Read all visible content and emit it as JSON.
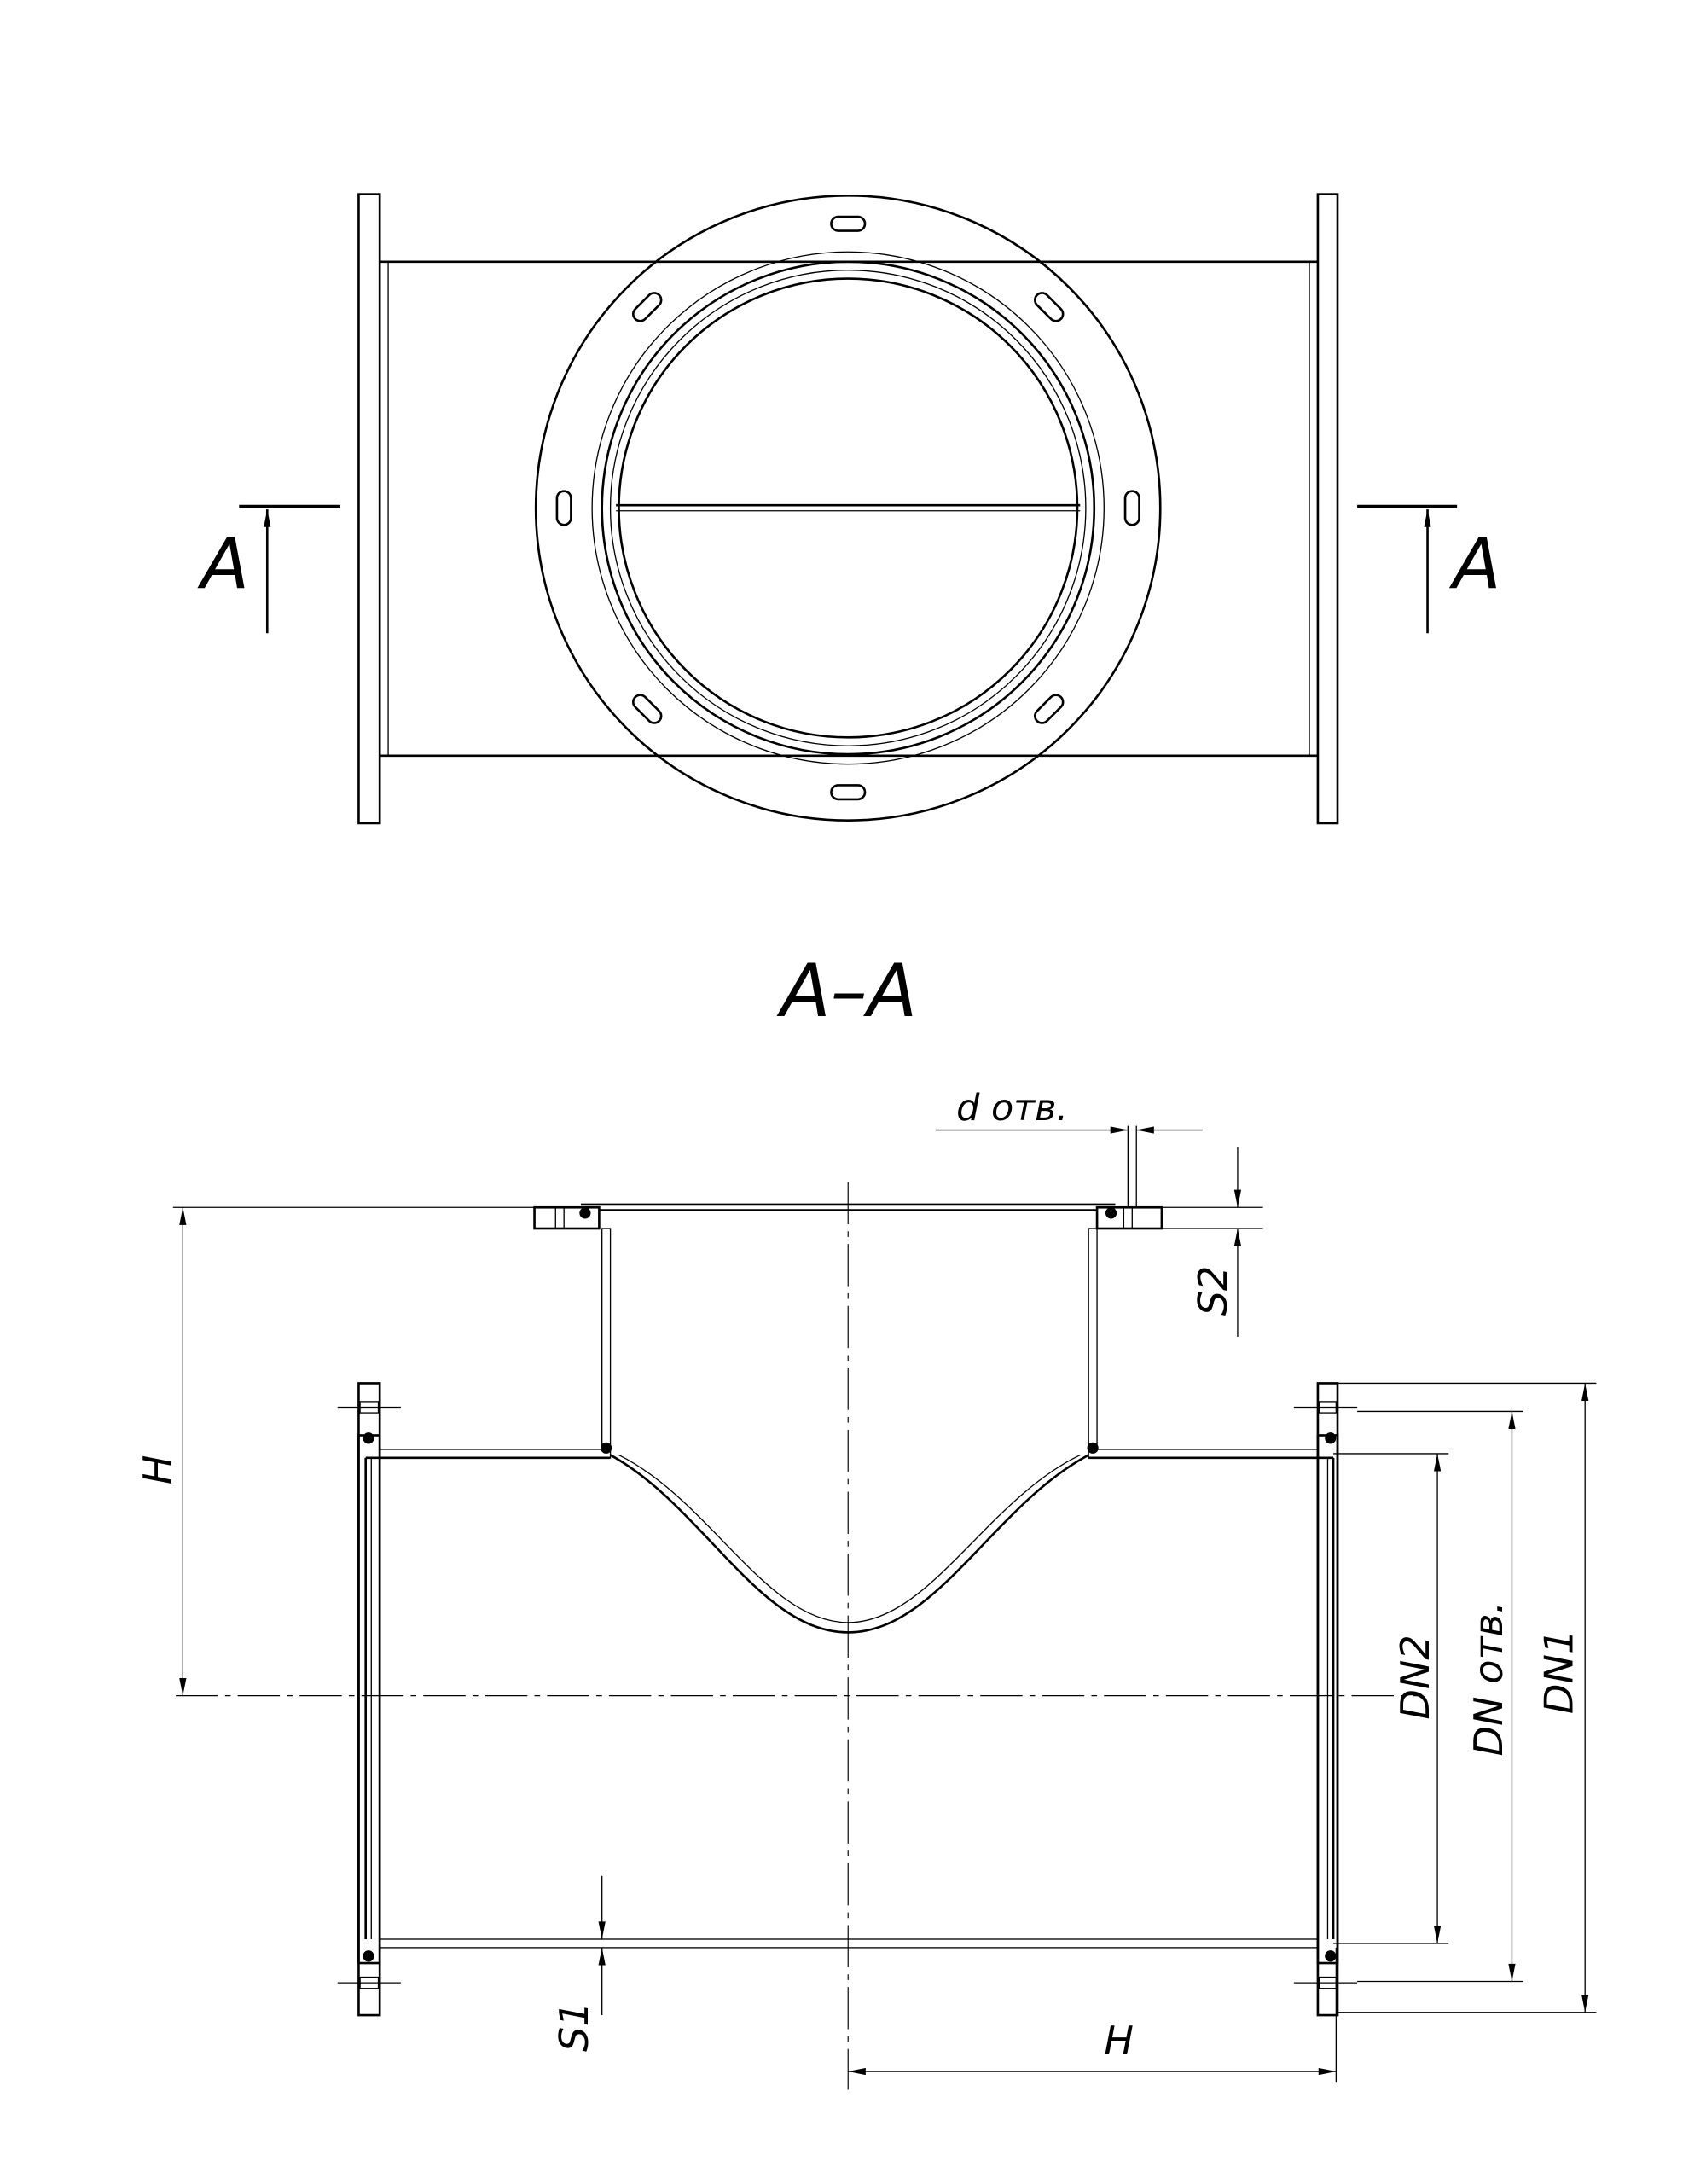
{
  "top_view": {
    "section_mark_left": "A",
    "section_mark_right": "A"
  },
  "section_title": "A–A",
  "dimensions": {
    "hole_diameter": "d отв.",
    "branch_flange_thickness": "S2",
    "height_vertical": "H",
    "height_horizontal": "H",
    "dn2": "DN2",
    "dn_holes": "DN отв.",
    "dn1": "DN1",
    "wall_thickness": "S1"
  }
}
